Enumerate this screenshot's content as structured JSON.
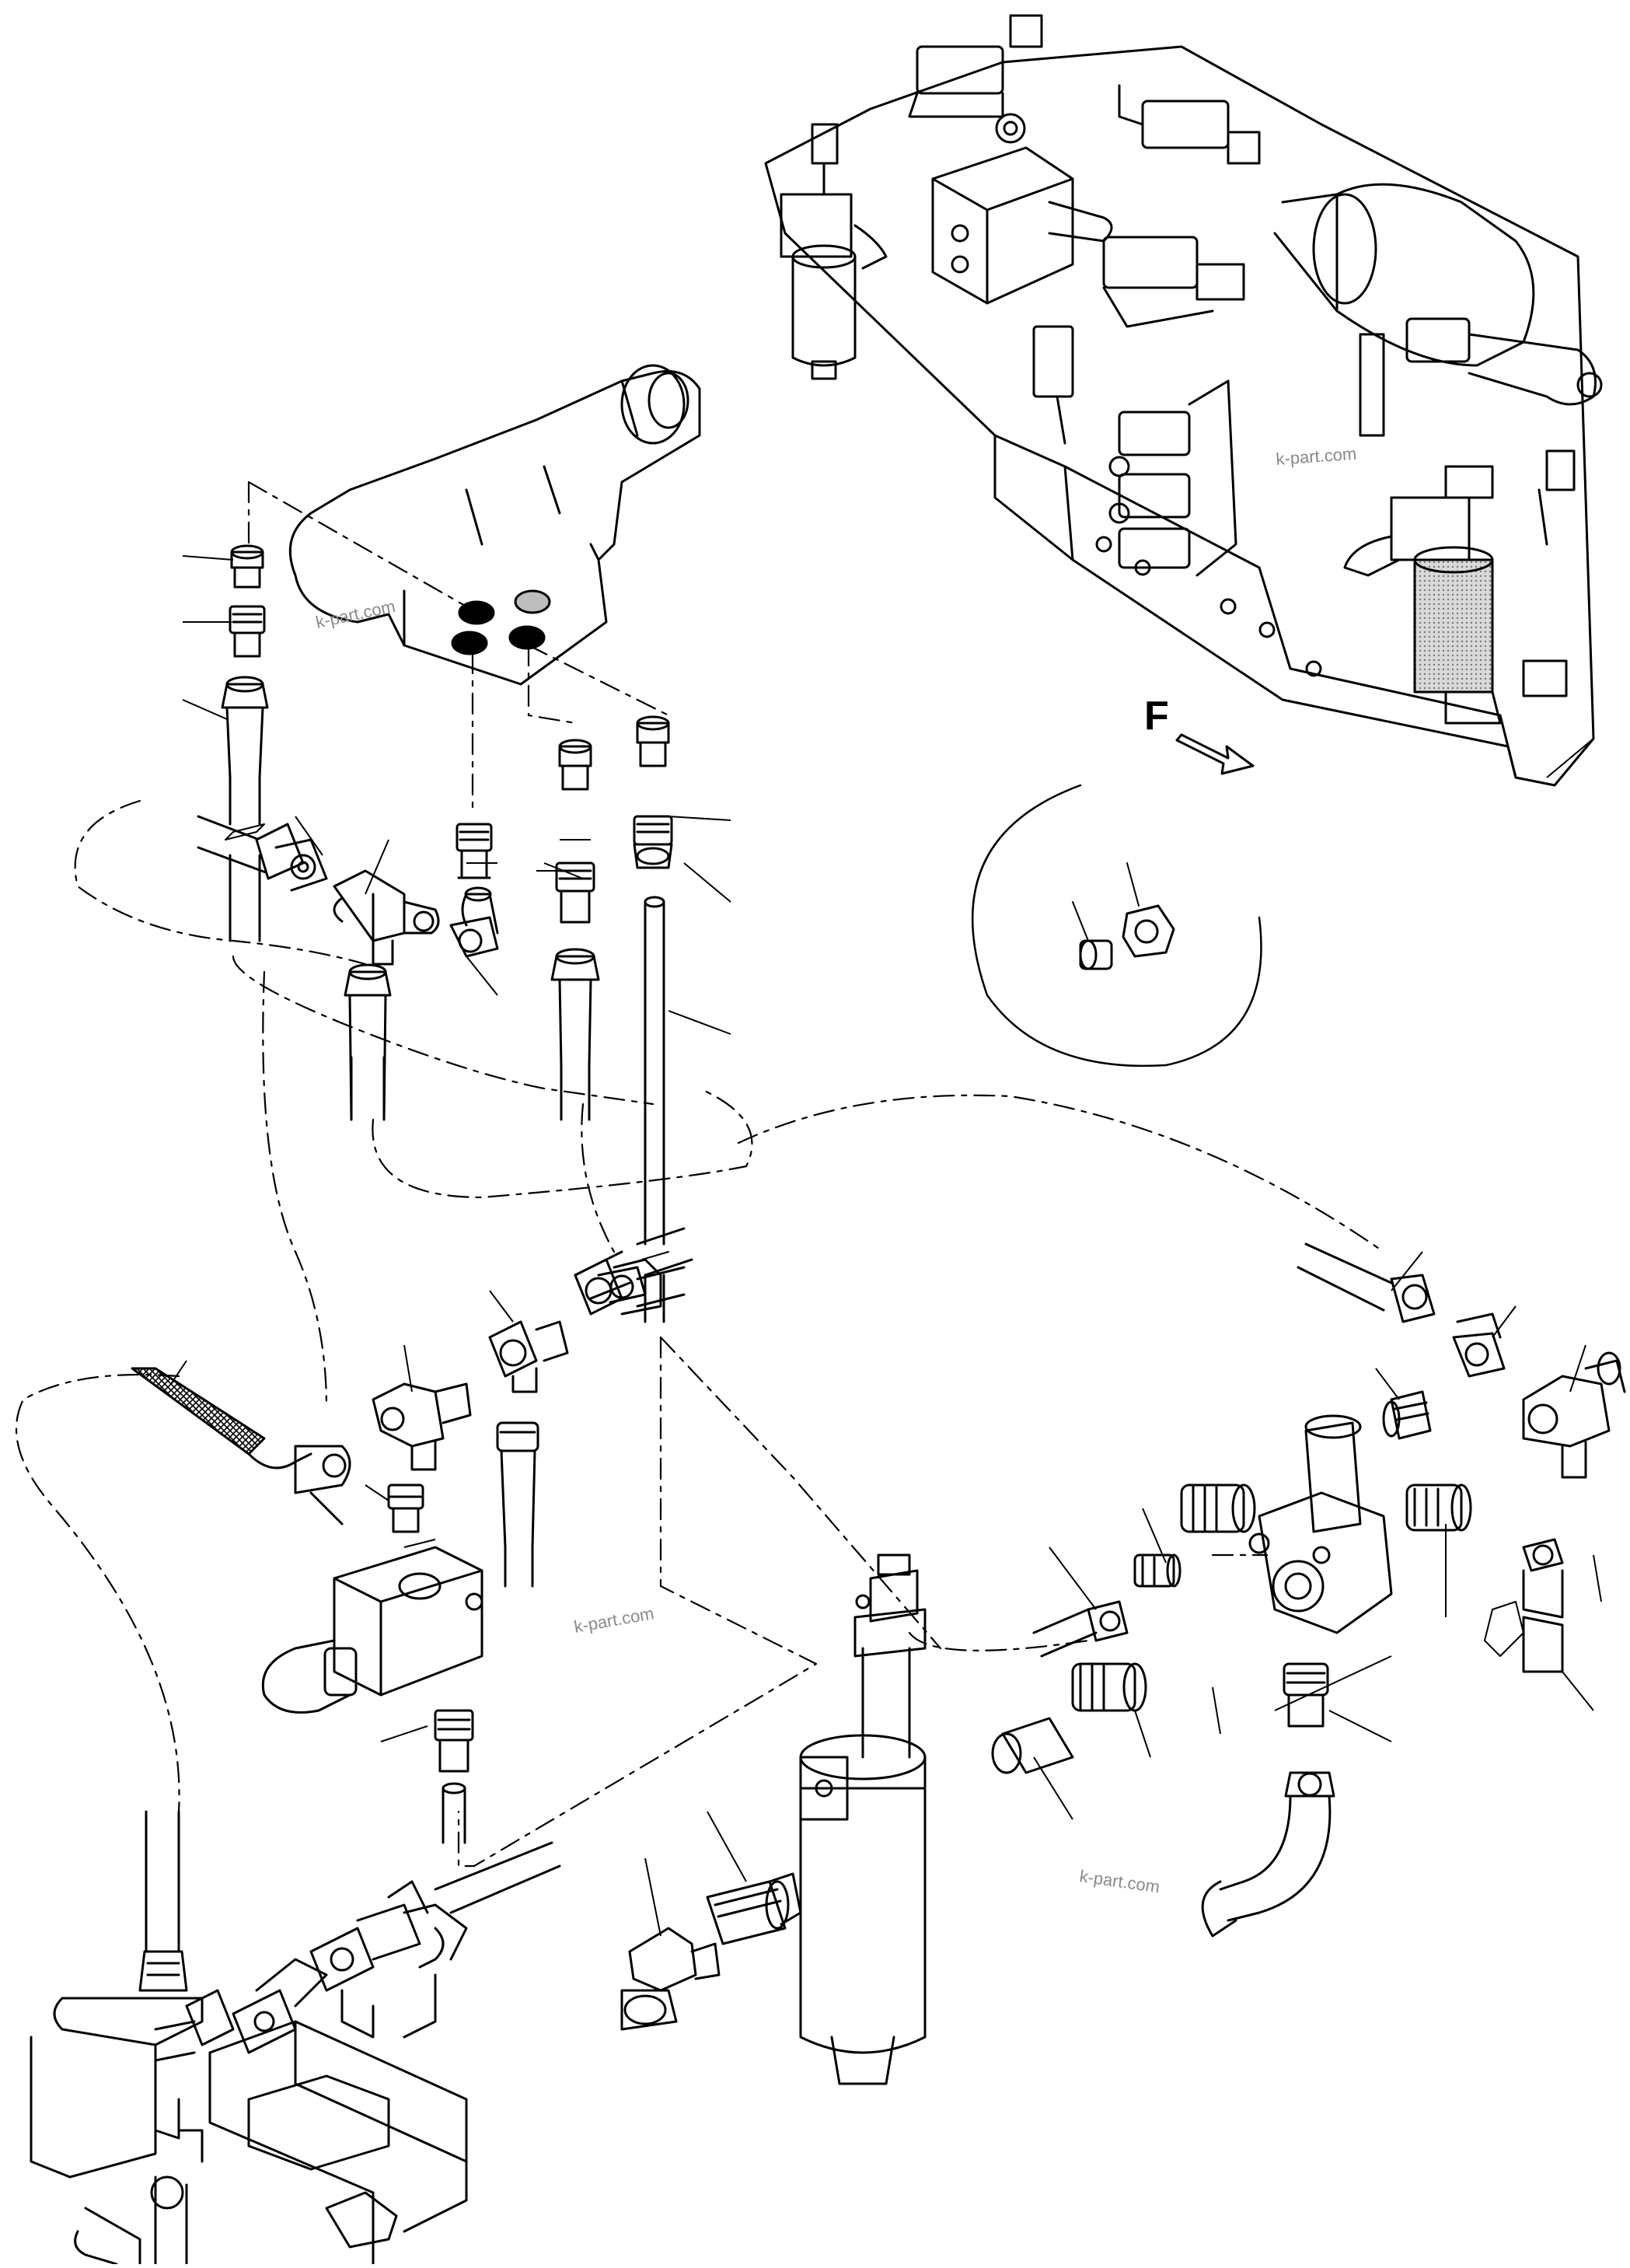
{
  "watermarks": [
    "k-part.com",
    "k-part.com",
    "k-part.com",
    "k-part.com"
  ],
  "direction_label": "F",
  "colors": {
    "line": "#000000",
    "background": "#ffffff",
    "port_grey": "#bdbdbd",
    "filter_shade": "#c8c8c8",
    "watermark": "#8a8a8a"
  }
}
